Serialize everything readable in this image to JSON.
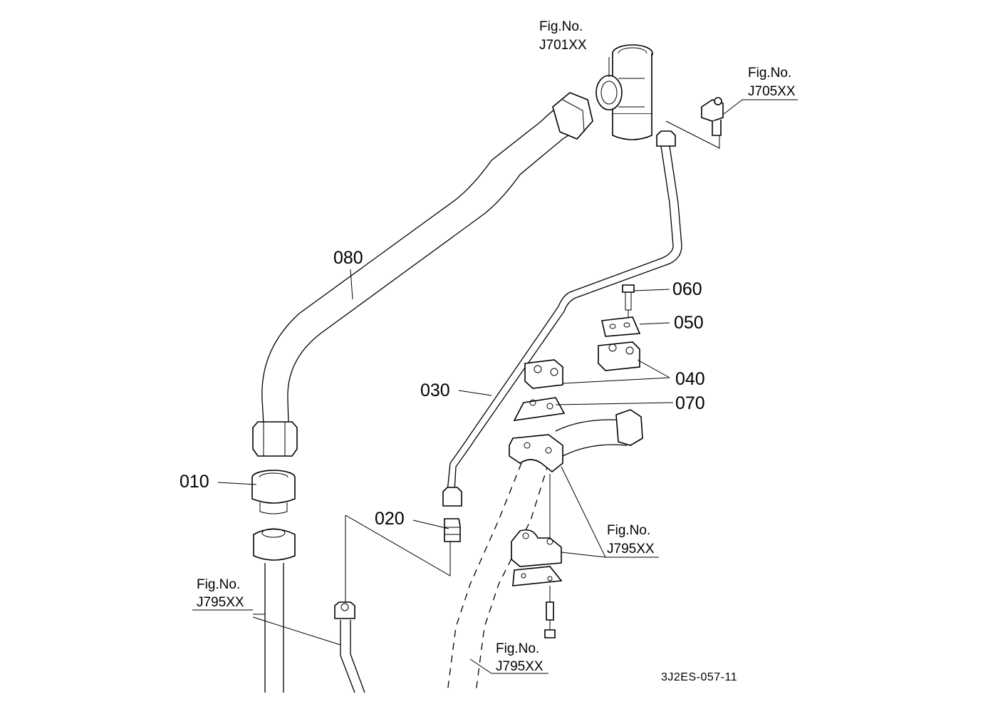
{
  "parts": [
    {
      "id": "p010",
      "label": "010"
    },
    {
      "id": "p020",
      "label": "020"
    },
    {
      "id": "p030",
      "label": "030"
    },
    {
      "id": "p040",
      "label": "040"
    },
    {
      "id": "p050",
      "label": "050"
    },
    {
      "id": "p060",
      "label": "060"
    },
    {
      "id": "p070",
      "label": "070"
    },
    {
      "id": "p080",
      "label": "080"
    }
  ],
  "figure_refs": [
    {
      "id": "ref1",
      "line1": "Fig.No.",
      "line2": "J701XX"
    },
    {
      "id": "ref2",
      "line1": "Fig.No.",
      "line2": "J705XX"
    },
    {
      "id": "ref3",
      "line1": "Fig.No.",
      "line2": "J795XX"
    },
    {
      "id": "ref4",
      "line1": "Fig.No.",
      "line2": "J795XX"
    },
    {
      "id": "ref5",
      "line1": "Fig.No.",
      "line2": "J795XX"
    }
  ],
  "drawing_id": "3J2ES-057-11"
}
